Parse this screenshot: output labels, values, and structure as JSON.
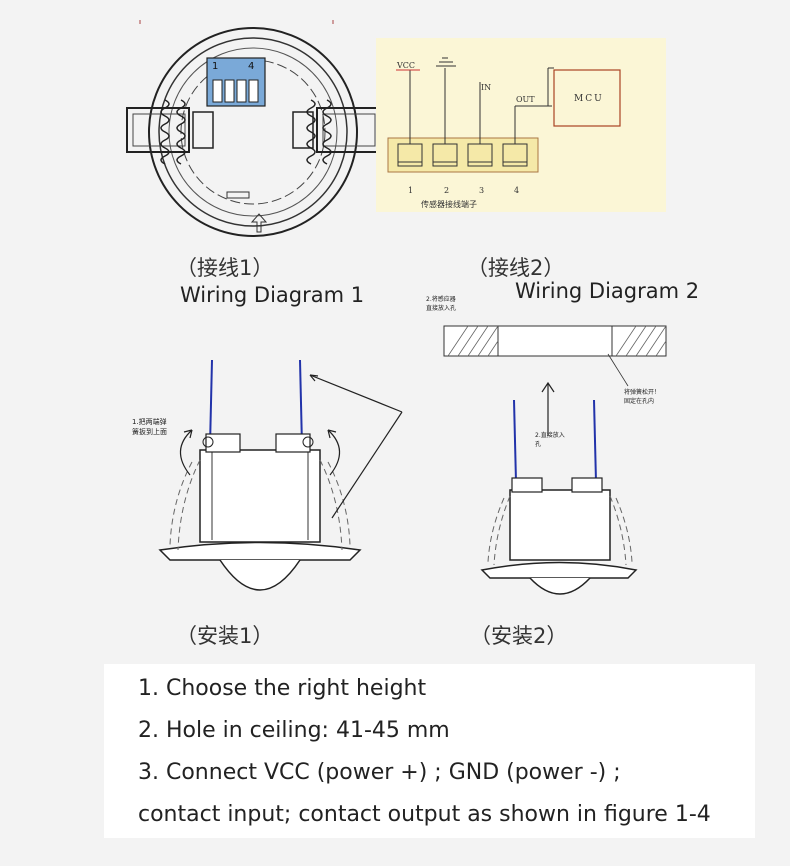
{
  "figures": {
    "wiring1": {
      "caption_cn": "（接线1）",
      "caption_en": "Wiring Diagram 1",
      "dip_labels": [
        "1",
        "4"
      ]
    },
    "wiring2": {
      "caption_cn": "（接线2）",
      "caption_en": "Wiring Diagram 2",
      "labels": {
        "vcc": "VCC",
        "in": "IN",
        "out": "OUT",
        "mcu": "MCU",
        "terminal_numbers": [
          "1",
          "2",
          "3",
          "4"
        ],
        "terminal_caption": "传感器接线端子"
      }
    },
    "install1": {
      "caption_cn": "（安装1）",
      "note": [
        "1.把两端弹",
        "簧扳到上面"
      ]
    },
    "install2": {
      "caption_cn": "（安装2）",
      "note_top": [
        "2.将感应器",
        "直接放入孔"
      ],
      "note_mid": [
        "2.直接放入",
        "孔"
      ],
      "note_right": [
        "将弹簧松开！",
        "固定在孔内"
      ]
    }
  },
  "instructions": {
    "line1": "1. Choose the right height",
    "line2": "2. Hole in ceiling: 41-45 mm",
    "line3": "3. Connect VCC (power +) ; GND (power -) ;",
    "line4": "contact input; contact output as shown in figure 1-4"
  },
  "colors": {
    "wire_blue": "#2233aa",
    "panel_yellow": "#fbf6d6",
    "terminal_fill": "#f5e9a8"
  }
}
